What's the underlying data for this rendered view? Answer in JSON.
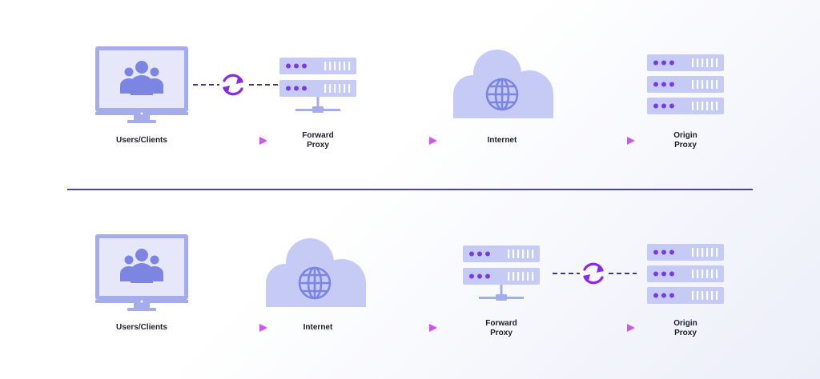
{
  "colors": {
    "icon_light": "#c5cbf4",
    "icon_mid": "#a4acec",
    "icon_dark": "#7c86e2",
    "dot": "#7a3bdc",
    "arrow": "#cf55ef",
    "divider": "#4b3fc0",
    "dash": "#3f3a8c",
    "sync": "#8a2be2"
  },
  "top_flow": {
    "clients_label": "Users/Clients",
    "forward_label": "Forward\nProxy",
    "internet_label": "Internet",
    "origin_label": "Origin\nProxy"
  },
  "bottom_flow": {
    "clients_label": "Users/Clients",
    "internet_label": "Internet",
    "forward_label": "Forward\nProxy",
    "origin_label": "Origin\nProxy"
  },
  "icons": [
    "monitor-users-icon",
    "server-icon",
    "cloud-globe-icon",
    "server-stack-icon",
    "sync-icon",
    "arrow-icon"
  ]
}
